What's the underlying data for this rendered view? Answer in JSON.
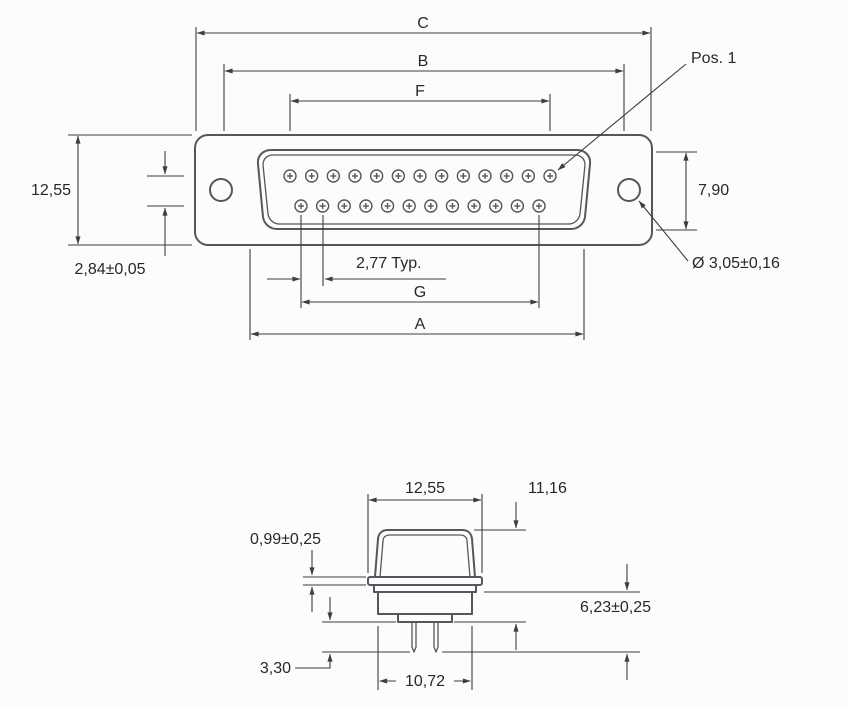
{
  "figure": {
    "kind": "connector-dimension-drawing",
    "front_view": {
      "labels": {
        "dim_c": "C",
        "dim_b": "B",
        "dim_f": "F",
        "pos_1": "Pos. 1",
        "overall_height": "12,55",
        "insert_height": "7,90",
        "row_offset": "2,84±0,05",
        "pin_pitch": "2,77 Typ.",
        "dim_g": "G",
        "dim_a": "A",
        "mounting_hole_diameter": "Ø 3,05±0,16"
      },
      "pins": {
        "top_row_count": 13,
        "bottom_row_count": 12
      }
    },
    "side_view": {
      "labels": {
        "shell_width": "12,55",
        "overall_depth": "11,16",
        "flange_thickness": "0,99±0,25",
        "rear_depth": "6,23±0,25",
        "pin_length": "3,30",
        "body_width": "10,72"
      }
    },
    "colors": {
      "line": "#54575d",
      "dimension": "#3a3d42",
      "text": "#26282b",
      "background": "#fcfcfc"
    }
  }
}
